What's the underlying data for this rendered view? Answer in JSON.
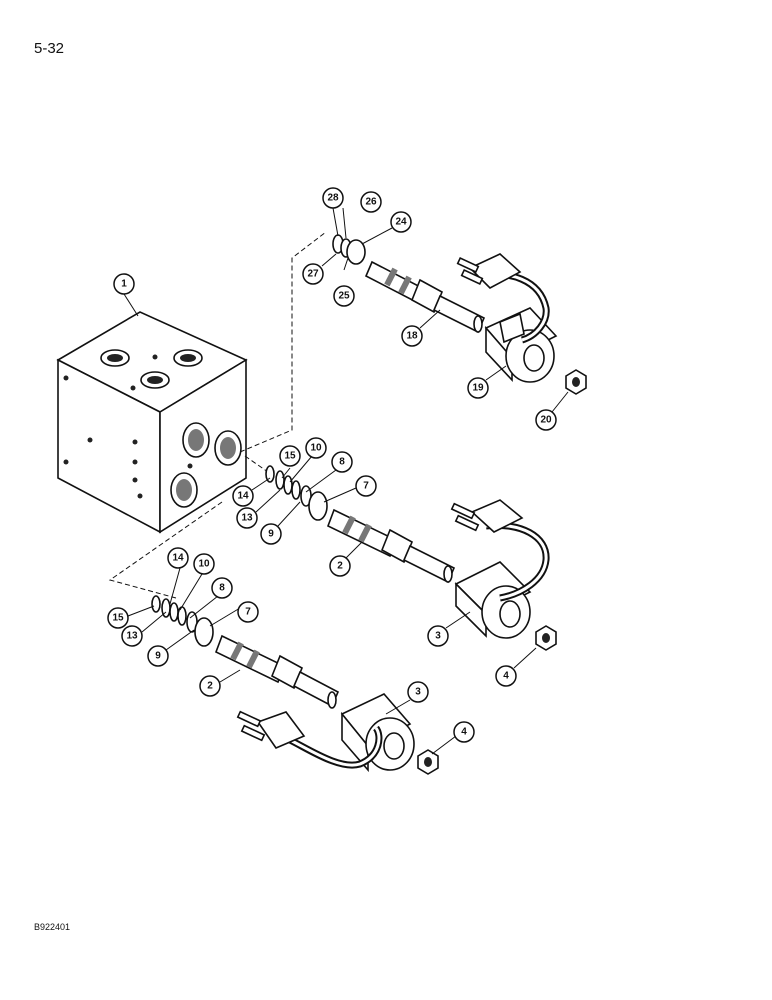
{
  "page": {
    "page_number": "5-32",
    "figure_code": "B922401"
  },
  "callouts": [
    {
      "label": "1"
    },
    {
      "label": "28"
    },
    {
      "label": "26"
    },
    {
      "label": "24"
    },
    {
      "label": "27"
    },
    {
      "label": "25"
    },
    {
      "label": "18"
    },
    {
      "label": "19"
    },
    {
      "label": "20"
    },
    {
      "label": "15"
    },
    {
      "label": "10"
    },
    {
      "label": "8"
    },
    {
      "label": "7"
    },
    {
      "label": "14"
    },
    {
      "label": "13"
    },
    {
      "label": "9"
    },
    {
      "label": "2"
    },
    {
      "label": "3"
    },
    {
      "label": "4"
    },
    {
      "label": "14"
    },
    {
      "label": "10"
    },
    {
      "label": "8"
    },
    {
      "label": "15"
    },
    {
      "label": "7"
    },
    {
      "label": "13"
    },
    {
      "label": "9"
    },
    {
      "label": "2"
    },
    {
      "label": "3"
    },
    {
      "label": "4"
    }
  ]
}
